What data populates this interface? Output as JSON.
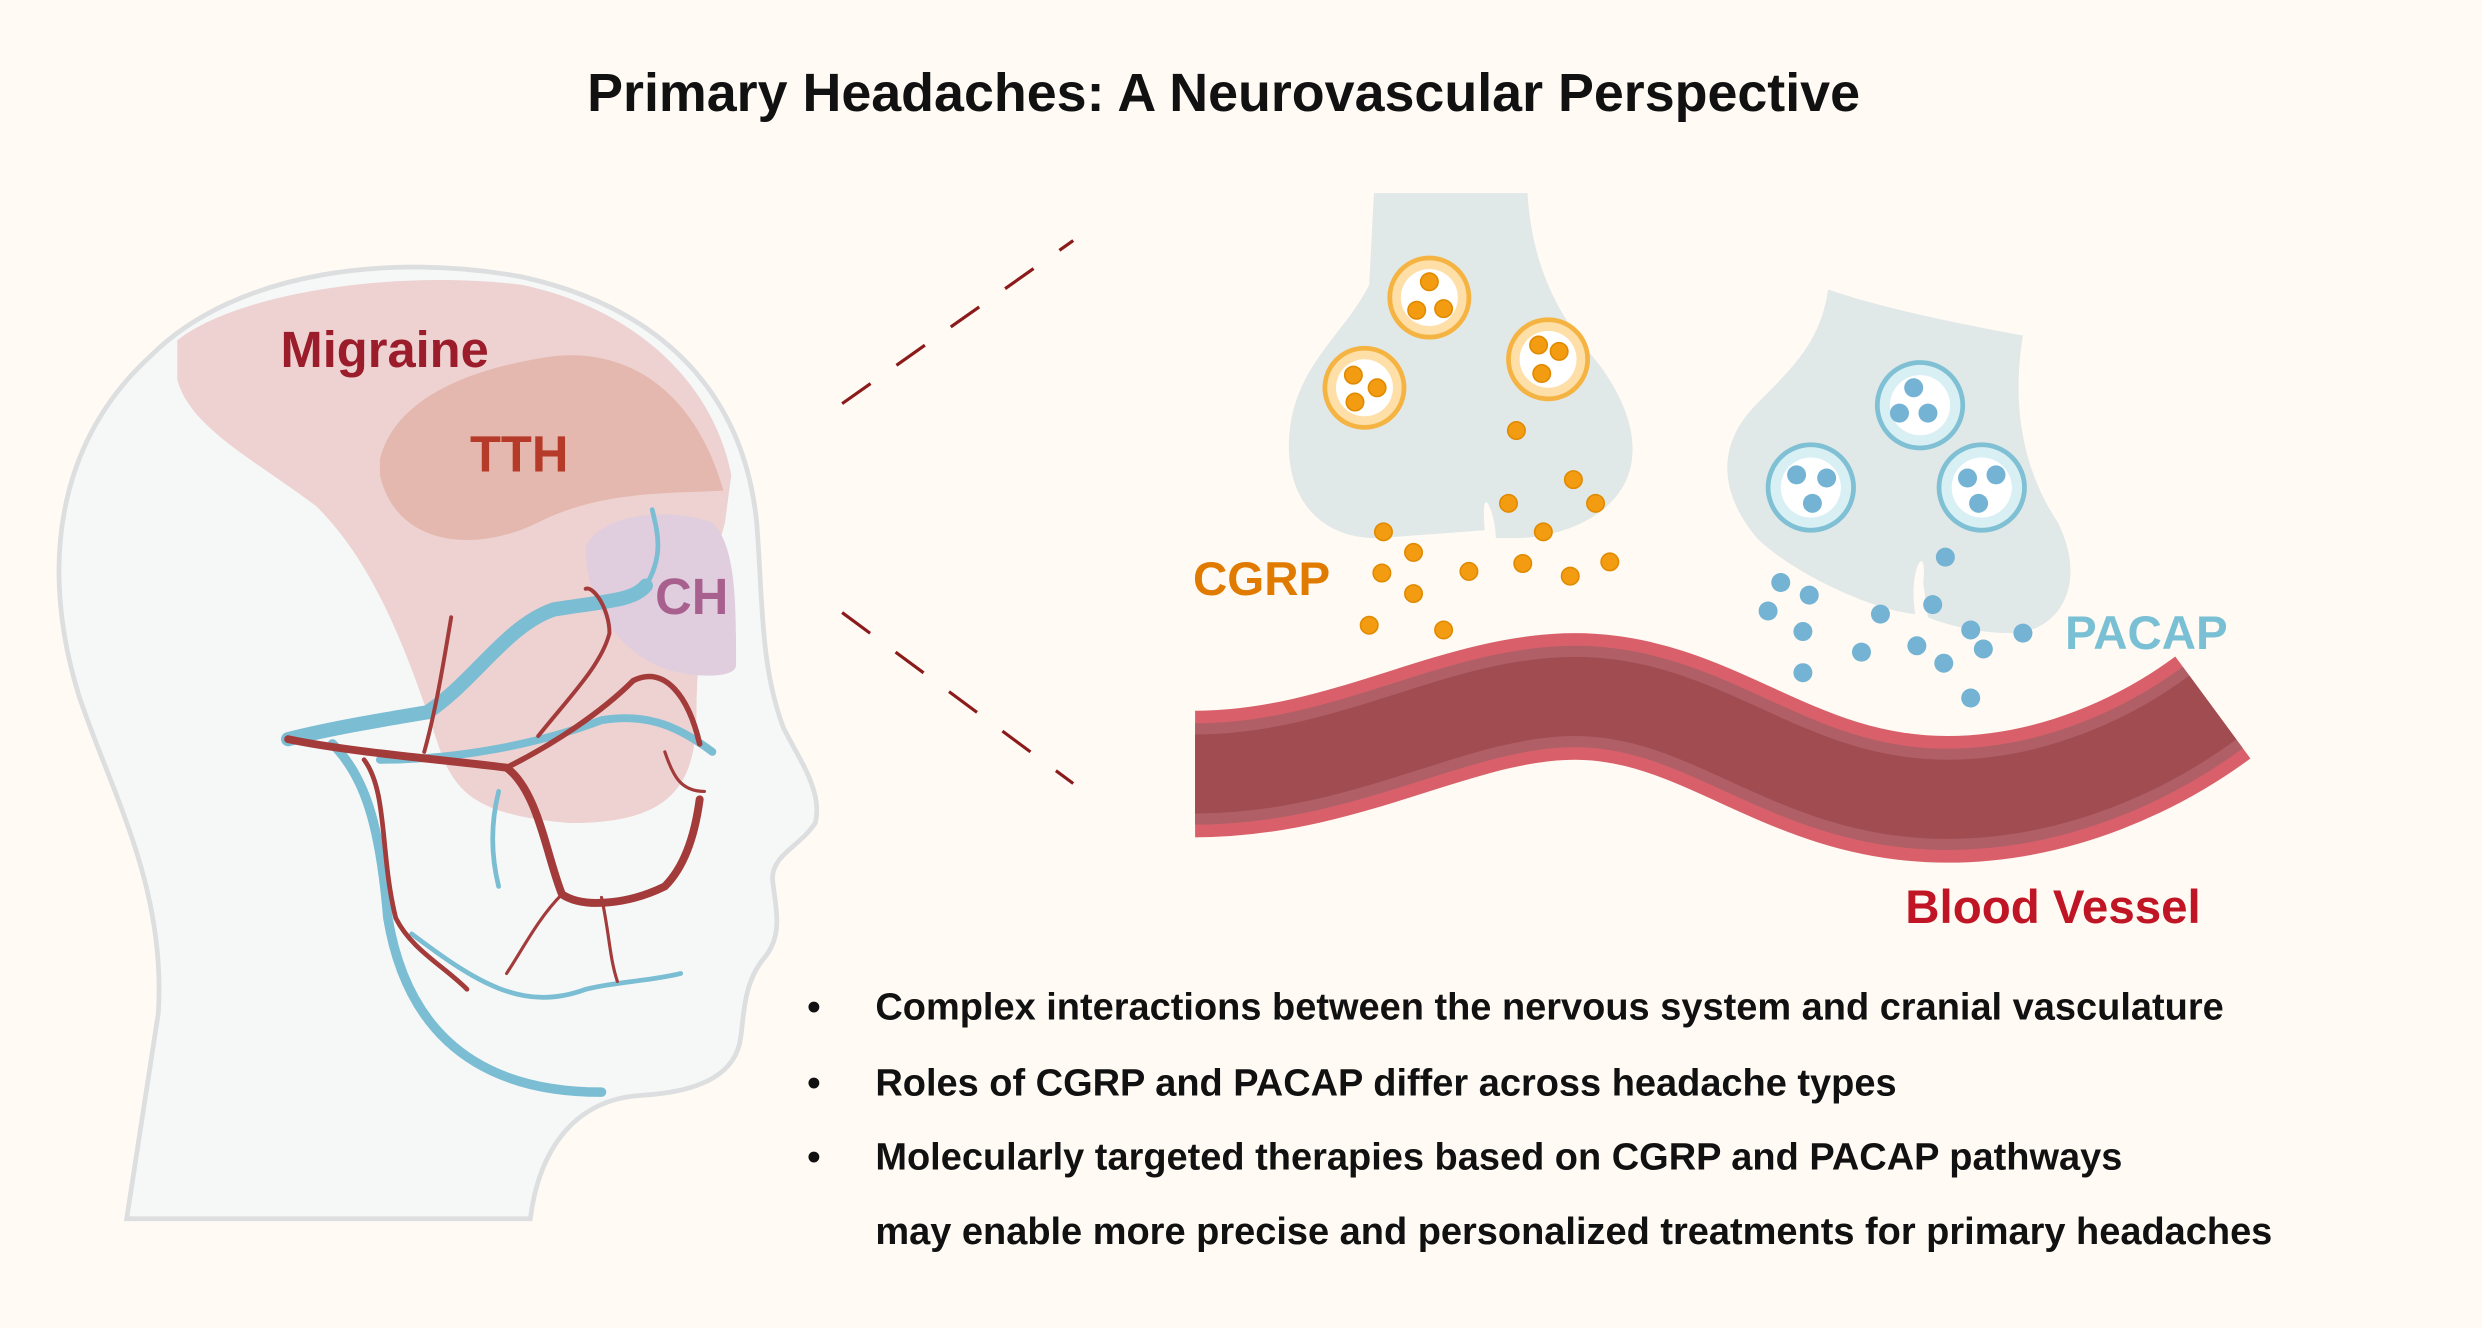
{
  "title": "Primary Headaches: A Neurovascular Perspective",
  "head_labels": {
    "migraine": "Migraine",
    "tth": "TTH",
    "ch": "CH"
  },
  "molecule_labels": {
    "cgrp": "CGRP",
    "pacap": "PACAP",
    "vessel": "Blood Vessel"
  },
  "bullets": [
    "Complex interactions between the nervous system and cranial vasculature",
    "Roles of CGRP and PACAP differ across headache types",
    "Molecularly targeted therapies based on CGRP and PACAP pathways"
  ],
  "bullet_continuation": "may enable more precise and personalized treatments for primary headaches",
  "bullet_symbol": "•",
  "colors": {
    "background": "#fffaf4",
    "migraine": "#9b1c2a",
    "tth": "#b53a2a",
    "ch": "#a8608f",
    "cgrp": "#e07b00",
    "pacap": "#7ac0d4",
    "vessel": "#c01525"
  }
}
